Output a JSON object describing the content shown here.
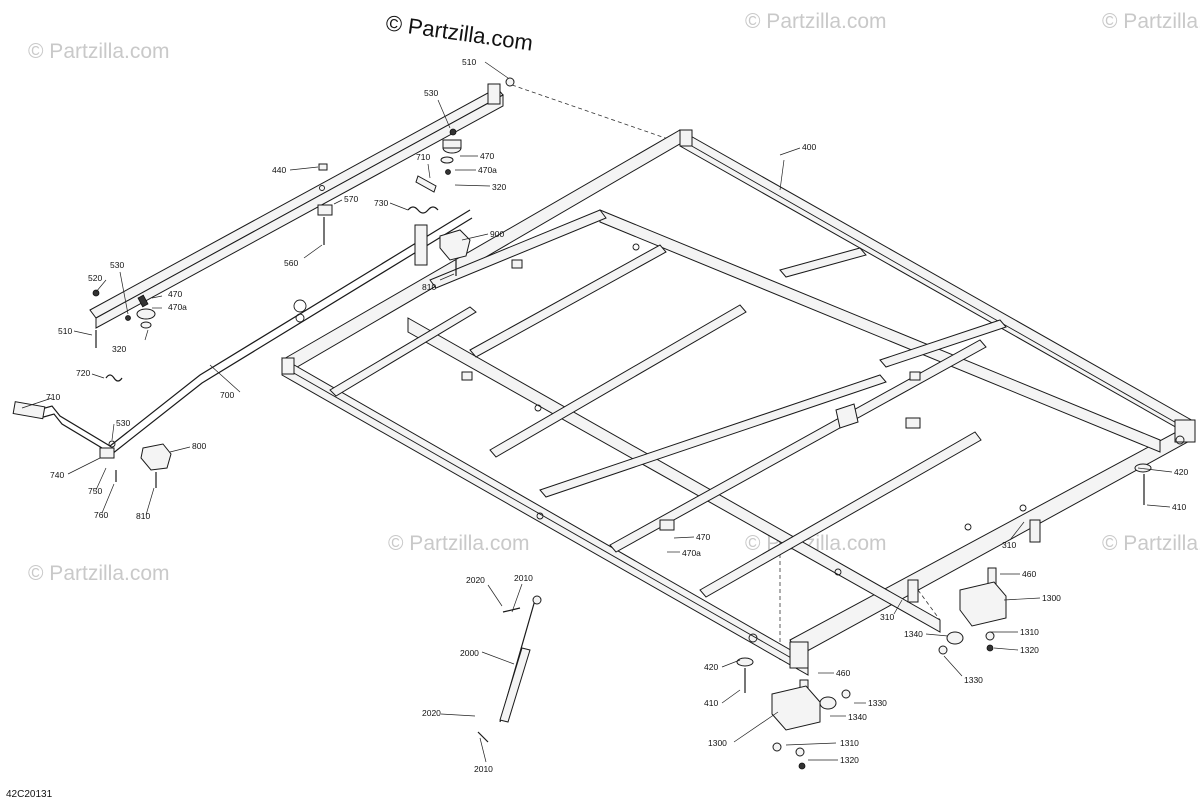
{
  "brand_text": "© Partzilla.com",
  "watermark_text": "© Partzilla.com",
  "drawing_code": "42C20131",
  "callouts": {
    "c400": "400",
    "c510a": "510",
    "c530a": "530",
    "c470a": "470",
    "c470aa": "470a",
    "c710a": "710",
    "c320a": "320",
    "c440": "440",
    "c570": "570",
    "c730": "730",
    "c560": "560",
    "c900": "900",
    "c810a": "810",
    "c520": "520",
    "c530b": "530",
    "c470b": "470",
    "c470ab": "470a",
    "c510b": "510",
    "c320b": "320",
    "c720": "720",
    "c700": "700",
    "c710b": "710",
    "c530c": "530",
    "c800": "800",
    "c740": "740",
    "c750": "750",
    "c760": "760",
    "c810b": "810",
    "c470c": "470",
    "c470ac": "470a",
    "c2020a": "2020",
    "c2010a": "2010",
    "c2000": "2000",
    "c2020b": "2020",
    "c2010b": "2010",
    "c420a": "420",
    "c410a": "410",
    "c460a": "460",
    "c1300a": "1300",
    "c1330a": "1330",
    "c1340a": "1340",
    "c1310a": "1310",
    "c1320a": "1320",
    "c420b": "420",
    "c410b": "410",
    "c310a": "310",
    "c460b": "460",
    "c1300b": "1300",
    "c310b": "310",
    "c1340b": "1340",
    "c1310b": "1310",
    "c1320b": "1320",
    "c1330b": "1330"
  }
}
